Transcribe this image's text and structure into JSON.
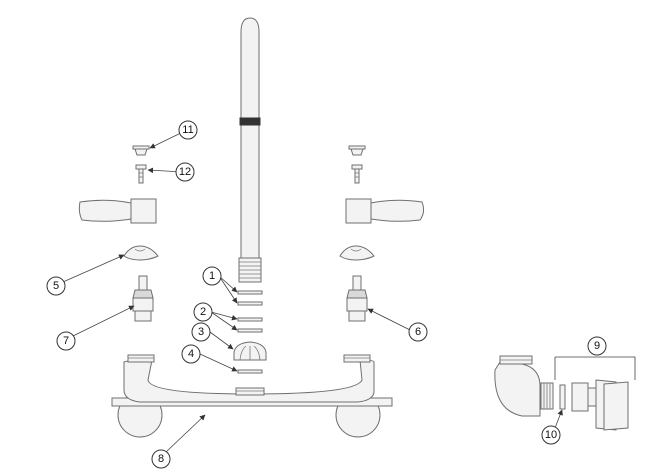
{
  "callouts": [
    {
      "id": "1",
      "label": "1"
    },
    {
      "id": "2",
      "label": "2"
    },
    {
      "id": "3",
      "label": "3"
    },
    {
      "id": "4",
      "label": "4"
    },
    {
      "id": "5",
      "label": "5"
    },
    {
      "id": "6",
      "label": "6"
    },
    {
      "id": "7",
      "label": "7"
    },
    {
      "id": "8",
      "label": "8"
    },
    {
      "id": "9",
      "label": "9"
    },
    {
      "id": "10",
      "label": "10"
    },
    {
      "id": "11",
      "label": "11"
    },
    {
      "id": "12",
      "label": "12"
    }
  ],
  "colors": {
    "line": "#6f6f6f",
    "fill": "#f3f3f3",
    "dark_band": "#333333"
  }
}
